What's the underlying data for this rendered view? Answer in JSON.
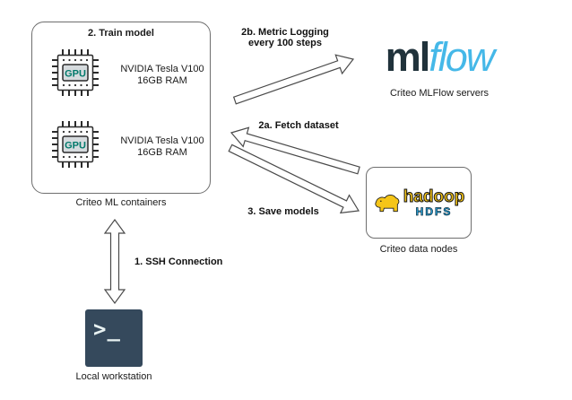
{
  "diagram": {
    "train_box": {
      "title": "2. Train model",
      "caption": "Criteo ML containers",
      "gpus": [
        {
          "chip_label": "GPU",
          "spec_line1": "NVIDIA Tesla V100",
          "spec_line2": "16GB RAM"
        },
        {
          "chip_label": "GPU",
          "spec_line1": "NVIDIA Tesla V100",
          "spec_line2": "16GB RAM"
        }
      ]
    },
    "mlflow": {
      "logo_part1": "ml",
      "logo_part2": "flow",
      "caption": "Criteo MLFlow servers"
    },
    "hadoop": {
      "logo_word": "hadoop",
      "logo_sub": "HDFS",
      "caption": "Criteo data nodes"
    },
    "workstation": {
      "prompt_glyph": ">_",
      "caption": "Local workstation"
    },
    "arrow_labels": {
      "ssh": "1. SSH Connection",
      "fetch": "2a. Fetch dataset",
      "metric_line1": "2b. Metric Logging",
      "metric_line2": "every 100 steps",
      "save": "3. Save models"
    },
    "colors": {
      "mlflow_blue": "#45b8e8",
      "hadoop_yellow": "#f5c518",
      "hdfs_blue": "#2ba8e0",
      "gpu_teal": "#00796b",
      "terminal_bg": "#35495c"
    }
  }
}
